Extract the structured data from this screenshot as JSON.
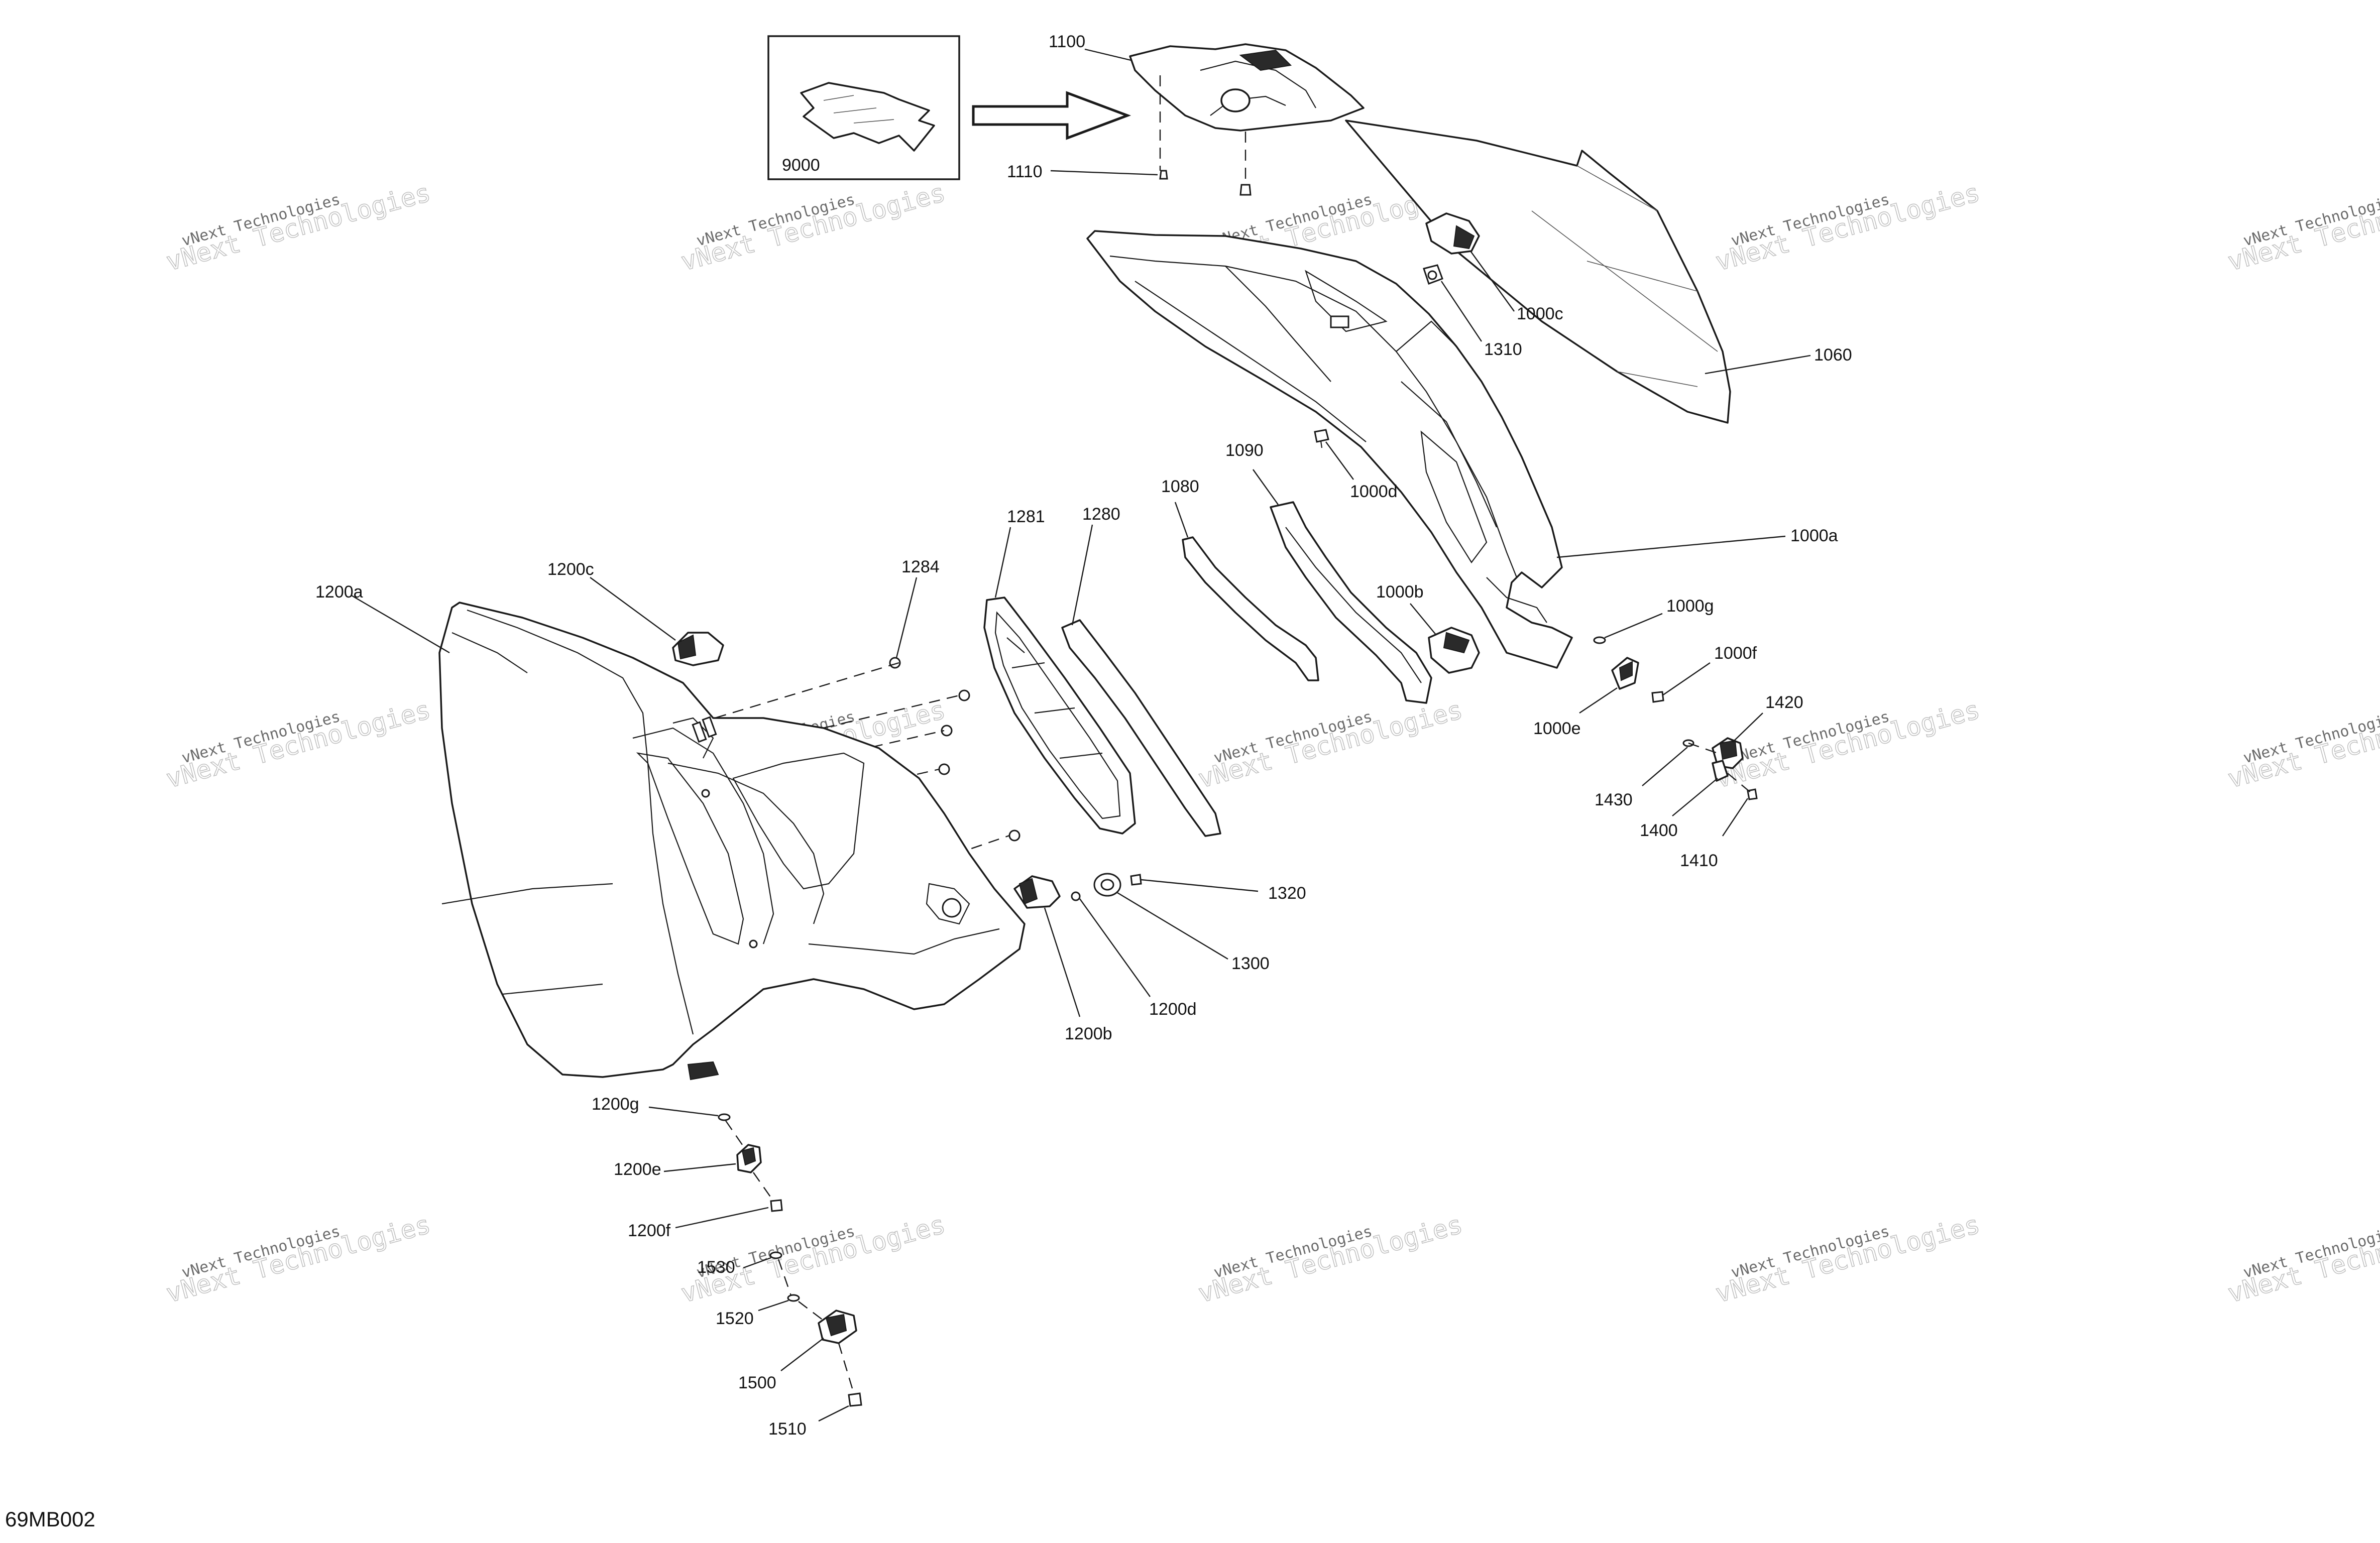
{
  "diagram_code": "69MB002",
  "inset_label": "9000",
  "watermark": {
    "line1": "vNext Technologies",
    "line2": "vNext Technologies"
  },
  "callouts": {
    "c1100": "1100",
    "c1110": "1110",
    "c1000c": "1000c",
    "c1310": "1310",
    "c1060": "1060",
    "c1000d": "1000d",
    "c1090": "1090",
    "c1080": "1080",
    "c1000a": "1000a",
    "c1000b": "1000b",
    "c1000g": "1000g",
    "c1000f": "1000f",
    "c1000e": "1000e",
    "c1281": "1281",
    "c1280": "1280",
    "c1284": "1284",
    "c1200c": "1200c",
    "c1200a": "1200a",
    "c1420": "1420",
    "c1430": "1430",
    "c1400": "1400",
    "c1410": "1410",
    "c1320": "1320",
    "c1300": "1300",
    "c1200d": "1200d",
    "c1200b": "1200b",
    "c1200g": "1200g",
    "c1200e": "1200e",
    "c1200f": "1200f",
    "c1530": "1530",
    "c1520": "1520",
    "c1500": "1500",
    "c1510": "1510"
  }
}
